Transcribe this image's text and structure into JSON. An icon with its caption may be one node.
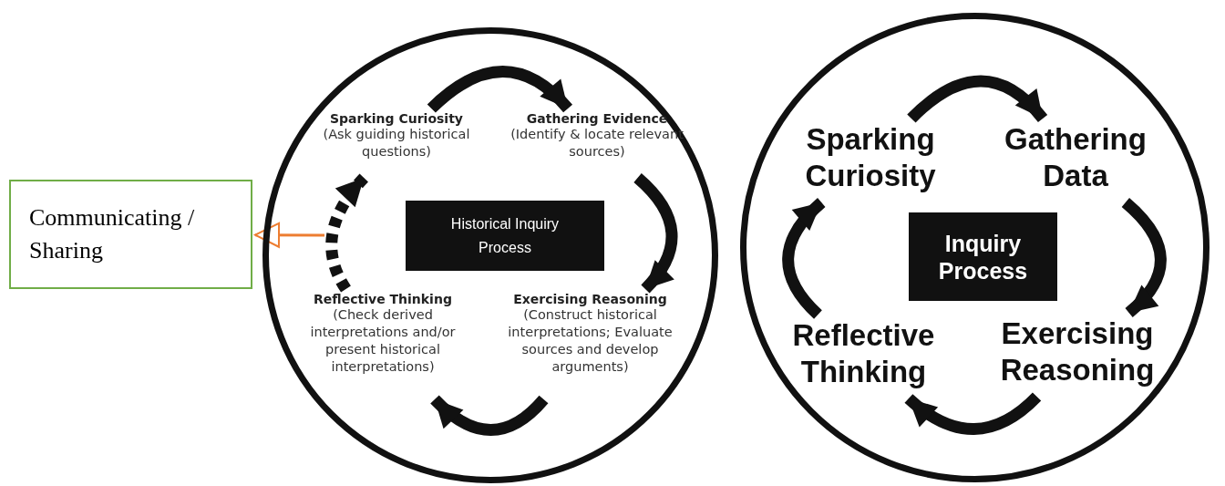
{
  "diagram": {
    "nodes": [
      {
        "text": [],
        "shape": "circle"
      },
      {
        "text": [
          "Sparking Curiosity",
          "(Ask guiding historical questions)"
        ],
        "in": 0
      },
      {
        "text": [
          "Gathering Evidence",
          "(Identify & locate relevant sources)"
        ],
        "in": 0
      },
      {
        "text": [
          "Exercising Reasoning",
          "(Construct historical interpretations; Evaluate sources and develop arguments)"
        ],
        "in": 0
      },
      {
        "text": [
          "Reflective Thinking",
          "(Check derived interpretations and/or present historical interpretations)"
        ],
        "in": 0
      },
      {
        "text": [
          "Historical Inquiry Process"
        ],
        "in": 0
      },
      {
        "text": [
          "Communicating / Sharing"
        ]
      },
      {
        "text": [],
        "shape": "circle"
      },
      {
        "text": [
          "Sparking Curiosity"
        ],
        "in": 7
      },
      {
        "text": [
          "Gathering Data"
        ],
        "in": 7
      },
      {
        "text": [
          "Exercising Reasoning"
        ],
        "in": 7
      },
      {
        "text": [
          "Reflective Thinking"
        ],
        "in": 7
      },
      {
        "text": [
          "Inquiry Process"
        ],
        "in": 7
      }
    ],
    "edges": [
      {
        "from": 1,
        "to": 2,
        "arrow": "to"
      },
      {
        "from": 2,
        "to": 3,
        "arrow": "to"
      },
      {
        "from": 3,
        "to": 4,
        "arrow": "to"
      },
      {
        "from": 4,
        "to": 1,
        "arrow": "to",
        "style": "dashed"
      },
      {
        "from": null,
        "to": 6,
        "arrow": "to",
        "color": "#ed7d31"
      },
      {
        "from": 8,
        "to": 9,
        "arrow": "to"
      },
      {
        "from": 9,
        "to": 10,
        "arrow": "to"
      },
      {
        "from": 10,
        "to": 11,
        "arrow": "to"
      },
      {
        "from": 11,
        "to": 8,
        "arrow": "to"
      }
    ]
  }
}
